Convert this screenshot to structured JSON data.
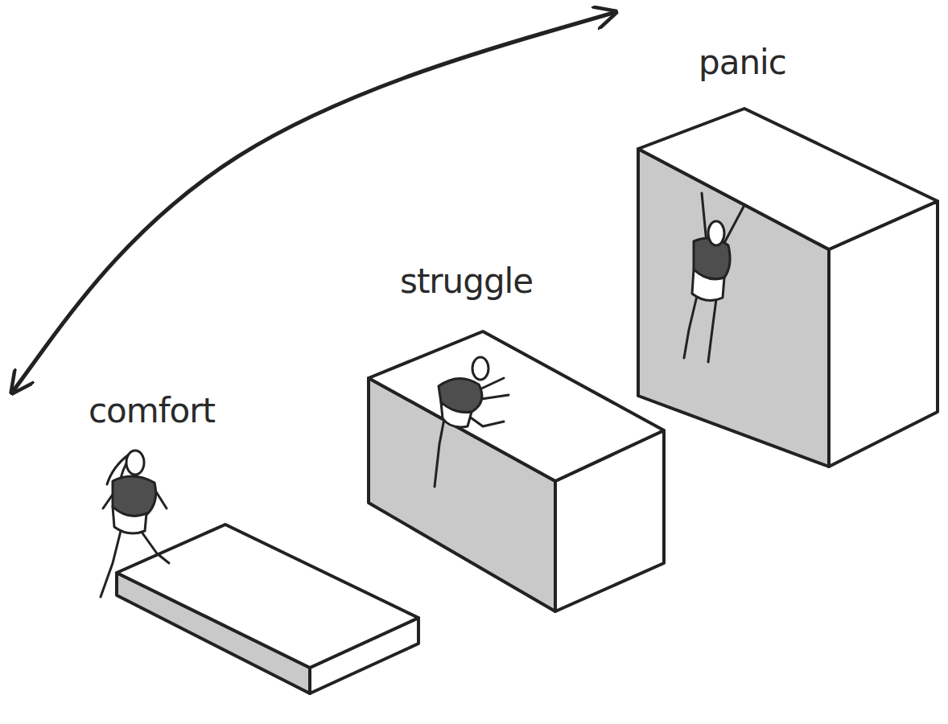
{
  "diagram": {
    "nodes": [
      {
        "text": [
          "comfort"
        ]
      },
      {
        "text": [
          "struggle"
        ]
      },
      {
        "text": [
          "panic"
        ]
      }
    ],
    "edges": [
      {
        "from": 0,
        "to": 2,
        "arrow": "both"
      }
    ]
  }
}
